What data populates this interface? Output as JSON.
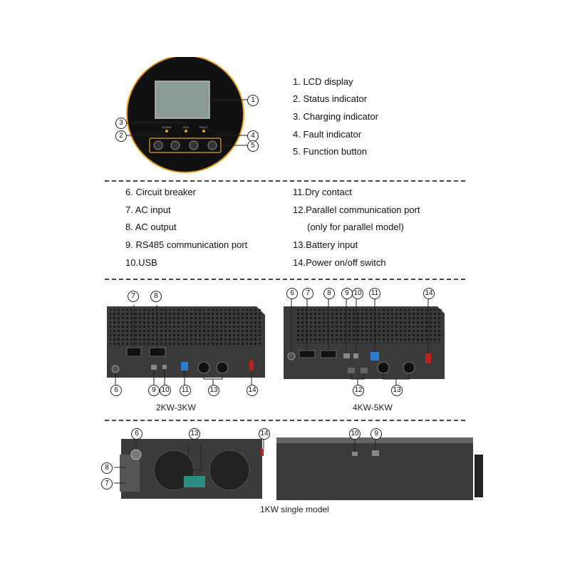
{
  "panel": {
    "labels": {
      "ac_mode": "AC/INV",
      "charge": "CHG",
      "fault": "FAULT"
    }
  },
  "legend_top": [
    "1.  LCD display",
    "2.  Status indicator",
    "3.  Charging indicator",
    "4.  Fault indicator",
    "5.  Function button"
  ],
  "legend_left": [
    "6.  Circuit breaker",
    "7.  AC input",
    "8.  AC output",
    "9.  RS485 communication port",
    "10.USB"
  ],
  "legend_right": [
    "11.Dry contact",
    "12.Parallel communication port",
    "(only for parallel model)",
    "13.Battery input",
    "14.Power on/off switch"
  ],
  "captions": {
    "small_model": "2KW-3KW",
    "large_model": "4KW-5KW",
    "single_model": "1KW single model"
  },
  "callouts": {
    "c1": "1",
    "c2": "2",
    "c3": "3",
    "c4": "4",
    "c5": "5",
    "c6": "6",
    "c7": "7",
    "c8": "8",
    "c9": "9",
    "c10": "10",
    "c11": "11",
    "c12": "12",
    "c13": "13",
    "c14": "14"
  },
  "colors": {
    "unit_body": "#3a3a3a",
    "vent": "#1a1a1a",
    "panel_ring": "#e8a020",
    "lcd": "#8a9a95",
    "switch_red": "#c02020",
    "dry_contact_blue": "#2a7fd0",
    "battery_terminal_green": "#2a8f80"
  }
}
